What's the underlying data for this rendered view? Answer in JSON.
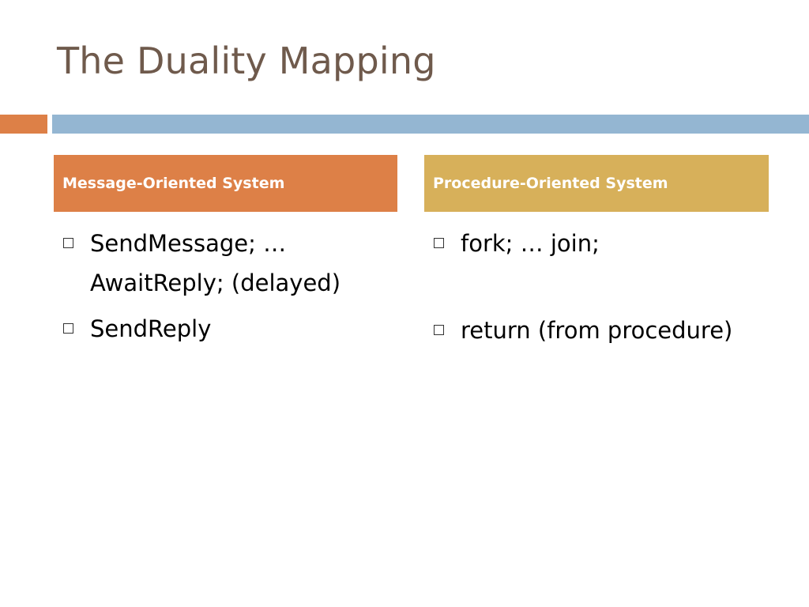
{
  "slide": {
    "title": "The Duality Mapping",
    "colors": {
      "title": "#6f5a4c",
      "accent_bar": "#dd8047",
      "main_bar": "#94b6d2",
      "left_header": "#dd8047",
      "right_header": "#d7b05a"
    }
  },
  "columns": [
    {
      "header": "Message-Oriented System",
      "items": [
        "SendMessage; … AwaitReply; (delayed)",
        "SendReply"
      ]
    },
    {
      "header": "Procedure-Oriented System",
      "items": [
        "fork; … join;",
        "return (from procedure)"
      ]
    }
  ]
}
